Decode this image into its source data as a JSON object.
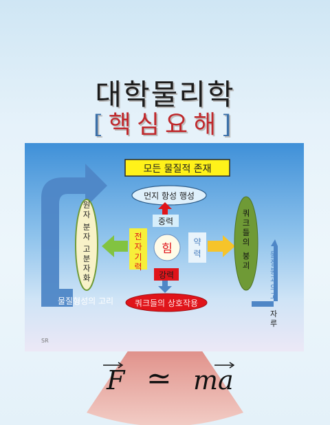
{
  "title": "대학물리학",
  "subtitle": {
    "open": "[",
    "text": "핵심요해",
    "close": "]"
  },
  "diagram": {
    "top_box": "모든 물질적 존재",
    "dust": "먼지 항성 행성",
    "gravity": "중력",
    "center": "힘",
    "electromagnetic": "전자기력",
    "weak": "약력",
    "strong": "강력",
    "atoms": "원자 분자 고분자화",
    "quarks_collapse": "쿼크들의 붕괴",
    "quark_interaction": "쿼크들의 상호작용",
    "matter_loop": "물질형성의 고리",
    "collapse_loop": "물질붕괴의 고리",
    "loop_tail": "자루",
    "mark": "SR"
  },
  "formula": {
    "lhs": "F",
    "rel": "≃",
    "rhs": "ma"
  },
  "colors": {
    "title_red": "#c0282c",
    "panel_blue": "#3f90d8",
    "ellipse_green": "#6f9a36",
    "strong_red": "#e0141a",
    "gravity_red": "#e0141a",
    "arrow_yellow": "#f6c42a",
    "arrow_green": "#82c341"
  }
}
